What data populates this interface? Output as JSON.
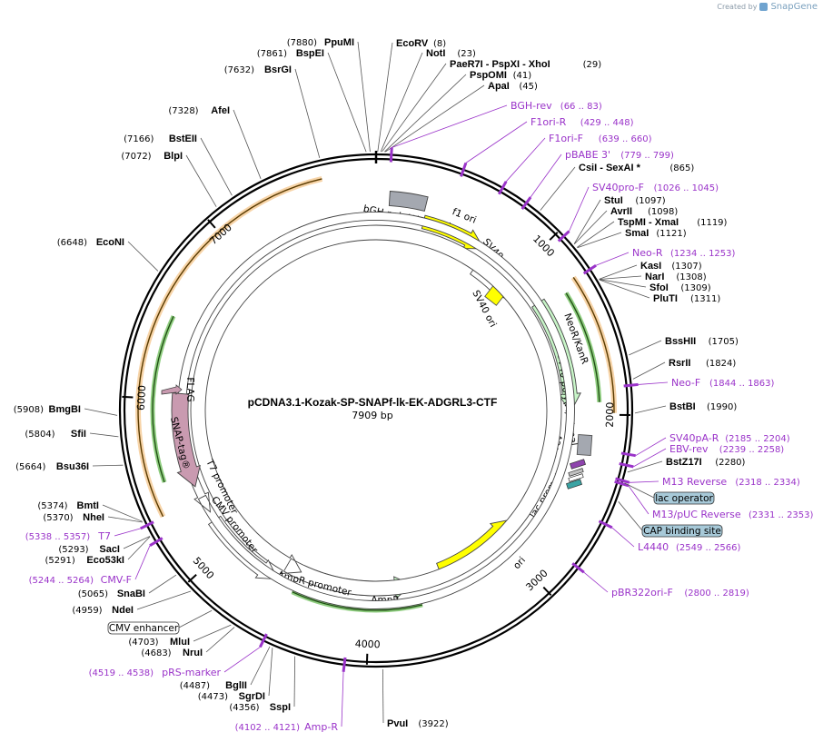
{
  "credit": {
    "prefix": "Created by",
    "brand": "SnapGene"
  },
  "plasmid": {
    "name": "pCDNA3.1-Kozak-SP-SNAPf-lk-EK-ADGRL3-CTF",
    "length_label": "7909 bp",
    "length": 7909
  },
  "ticks": [
    {
      "pos": 1000,
      "label": "1000"
    },
    {
      "pos": 2000,
      "label": "2000"
    },
    {
      "pos": 3000,
      "label": "3000"
    },
    {
      "pos": 4000,
      "label": "4000"
    },
    {
      "pos": 5000,
      "label": "5000"
    },
    {
      "pos": 6000,
      "label": "6000"
    },
    {
      "pos": 7000,
      "label": "7000"
    }
  ],
  "sites": [
    {
      "name": "EcoRV",
      "pos": "(8)",
      "bp": 8,
      "label_side": "right",
      "dashed": false
    },
    {
      "name": "NotI",
      "pos": "(23)",
      "bp": 23,
      "label_side": "right"
    },
    {
      "name": "PaeR7I - PspXI - XhoI",
      "pos": "(29)",
      "bp": 29,
      "label_side": "right"
    },
    {
      "name": "PspOMI",
      "pos": "(41)",
      "bp": 41,
      "label_side": "right"
    },
    {
      "name": "ApaI",
      "pos": "(45)",
      "bp": 45,
      "label_side": "right"
    },
    {
      "name": "CsiI - SexAI *",
      "pos": "(865)",
      "bp": 865,
      "label_side": "right"
    },
    {
      "name": "StuI",
      "pos": "(1097)",
      "bp": 1097,
      "label_side": "right"
    },
    {
      "name": "AvrII",
      "pos": "(1098)",
      "bp": 1098,
      "label_side": "right"
    },
    {
      "name": "TspMI - XmaI",
      "pos": "(1119)",
      "bp": 1119,
      "label_side": "right"
    },
    {
      "name": "SmaI",
      "pos": "(1121)",
      "bp": 1121,
      "label_side": "right"
    },
    {
      "name": "KasI",
      "pos": "(1307)",
      "bp": 1307,
      "label_side": "right"
    },
    {
      "name": "NarI",
      "pos": "(1308)",
      "bp": 1308,
      "label_side": "right"
    },
    {
      "name": "SfoI",
      "pos": "(1309)",
      "bp": 1309,
      "label_side": "right"
    },
    {
      "name": "PluTI",
      "pos": "(1311)",
      "bp": 1311,
      "label_side": "right"
    },
    {
      "name": "BssHII",
      "pos": "(1705)",
      "bp": 1705,
      "label_side": "right"
    },
    {
      "name": "RsrII",
      "pos": "(1824)",
      "bp": 1824,
      "label_side": "right"
    },
    {
      "name": "BstBI",
      "pos": "(1990)",
      "bp": 1990,
      "label_side": "right"
    },
    {
      "name": "BstZ17I",
      "pos": "(2280)",
      "bp": 2280,
      "label_side": "right"
    },
    {
      "name": "PvuI",
      "pos": "(3922)",
      "bp": 3922,
      "label_side": "right"
    },
    {
      "name": "SspI",
      "pos": "(4356)",
      "bp": 4356,
      "label_side": "left"
    },
    {
      "name": "SgrDI",
      "pos": "(4473)",
      "bp": 4473,
      "label_side": "left"
    },
    {
      "name": "BglII",
      "pos": "(4487)",
      "bp": 4487,
      "label_side": "left"
    },
    {
      "name": "NruI",
      "pos": "(4683)",
      "bp": 4683,
      "label_side": "left"
    },
    {
      "name": "MluI",
      "pos": "(4703)",
      "bp": 4703,
      "label_side": "left"
    },
    {
      "name": "NdeI",
      "pos": "(4959)",
      "bp": 4959,
      "label_side": "left"
    },
    {
      "name": "SnaBI",
      "pos": "(5065)",
      "bp": 5065,
      "label_side": "left"
    },
    {
      "name": "Eco53kI",
      "pos": "(5291)",
      "bp": 5291,
      "label_side": "left"
    },
    {
      "name": "SacI",
      "pos": "(5293)",
      "bp": 5293,
      "label_side": "left"
    },
    {
      "name": "NheI",
      "pos": "(5370)",
      "bp": 5370,
      "label_side": "left"
    },
    {
      "name": "BmtI",
      "pos": "(5374)",
      "bp": 5374,
      "label_side": "left"
    },
    {
      "name": "Bsu36I",
      "pos": "(5664)",
      "bp": 5664,
      "label_side": "left"
    },
    {
      "name": "SfiI",
      "pos": "(5804)",
      "bp": 5804,
      "label_side": "left"
    },
    {
      "name": "BmgBI",
      "pos": "(5908)",
      "bp": 5908,
      "label_side": "left"
    },
    {
      "name": "EcoNI",
      "pos": "(6648)",
      "bp": 6648,
      "label_side": "left"
    },
    {
      "name": "BlpI",
      "pos": "(7072)",
      "bp": 7072,
      "label_side": "left"
    },
    {
      "name": "BstEII",
      "pos": "(7166)",
      "bp": 7166,
      "label_side": "left"
    },
    {
      "name": "AfeI",
      "pos": "(7328)",
      "bp": 7328,
      "label_side": "left"
    },
    {
      "name": "BsrGI",
      "pos": "(7632)",
      "bp": 7632,
      "label_side": "left"
    },
    {
      "name": "BspEI",
      "pos": "(7861)",
      "bp": 7861,
      "label_side": "left"
    },
    {
      "name": "PpuMI",
      "pos": "(7880)",
      "bp": 7880,
      "label_side": "left"
    }
  ],
  "primers": [
    {
      "name": "BGH-rev",
      "range": "(66 .. 83)",
      "bp": 75,
      "label_side": "right"
    },
    {
      "name": "F1ori-R",
      "range": "(429 .. 448)",
      "bp": 438,
      "label_side": "right"
    },
    {
      "name": "F1ori-F",
      "range": "(639 .. 660)",
      "bp": 650,
      "label_side": "right"
    },
    {
      "name": "pBABE 3'",
      "range": "(779 .. 799)",
      "bp": 789,
      "label_side": "right"
    },
    {
      "name": "SV40pro-F",
      "range": "(1026 .. 1045)",
      "bp": 1035,
      "label_side": "right"
    },
    {
      "name": "Neo-R",
      "range": "(1234 .. 1253)",
      "bp": 1243,
      "label_side": "right"
    },
    {
      "name": "Neo-F",
      "range": "(1844 .. 1863)",
      "bp": 1853,
      "label_side": "right"
    },
    {
      "name": "SV40pA-R",
      "range": "(2185 .. 2204)",
      "bp": 2194,
      "label_side": "right"
    },
    {
      "name": "EBV-rev",
      "range": "(2239 .. 2258)",
      "bp": 2248,
      "label_side": "right"
    },
    {
      "name": "M13 Reverse",
      "range": "(2318 .. 2334)",
      "bp": 2326,
      "label_side": "right"
    },
    {
      "name": "M13/pUC Reverse",
      "range": "(2331 .. 2353)",
      "bp": 2342,
      "label_side": "right"
    },
    {
      "name": "L4440",
      "range": "(2549 .. 2566)",
      "bp": 2557,
      "label_side": "right"
    },
    {
      "name": "pBR322ori-F",
      "range": "(2800 .. 2819)",
      "bp": 2810,
      "label_side": "right"
    },
    {
      "name": "Amp-R",
      "range": "(4102 .. 4121)",
      "bp": 4111,
      "label_side": "left"
    },
    {
      "name": "pRS-marker",
      "range": "(4519 .. 4538)",
      "bp": 4528,
      "label_side": "left"
    },
    {
      "name": "CMV-F",
      "range": "(5244 .. 5264)",
      "bp": 5254,
      "label_side": "left"
    },
    {
      "name": "T7",
      "range": "(5338 .. 5357)",
      "bp": 5347,
      "label_side": "left"
    }
  ],
  "boxed_features": [
    {
      "name": "lac operator",
      "bp": 2335,
      "color": "#a7c9d8"
    },
    {
      "name": "CAP binding site",
      "bp": 2430,
      "color": "#a7c9d8"
    },
    {
      "name": "CMV enhancer",
      "bp": 4820,
      "color": "#ffffff"
    }
  ],
  "features": [
    {
      "name": "bGH poly(A) signal",
      "color": "#a4a8b0",
      "type": "box"
    },
    {
      "name": "f1 ori",
      "color": "#ffff00",
      "type": "arrow"
    },
    {
      "name": "SV40 promoter",
      "color": "#ffffff",
      "type": "arrow"
    },
    {
      "name": "SV40 ori",
      "color": "#ffff00",
      "type": "box"
    },
    {
      "name": "NeoR/KanR",
      "color": "#c8f5c8",
      "type": "arrow"
    },
    {
      "name": "SV40 poly(A) signal",
      "color": "#a4a8b0",
      "type": "box"
    },
    {
      "name": "M13 rev",
      "color": "#8e44ad",
      "type": "small"
    },
    {
      "name": "lac promoter",
      "color": "#ffffff",
      "type": "arrow"
    },
    {
      "name": "ori",
      "color": "#ffff00",
      "type": "arrow"
    },
    {
      "name": "AmpR",
      "color": "#c8f5c8",
      "type": "arrow"
    },
    {
      "name": "AmpR promoter",
      "color": "#ffffff",
      "type": "arrow"
    },
    {
      "name": "CMV promoter",
      "color": "#ffffff",
      "type": "arrow"
    },
    {
      "name": "T7 promoter",
      "color": "#ffffff",
      "type": "arrow"
    },
    {
      "name": "SNAP-tag®",
      "color": "#c99ab0",
      "type": "arrow"
    },
    {
      "name": "FLAG",
      "color": "#c99ab0",
      "type": "arrow"
    }
  ],
  "colors": {
    "backbone": "#000000",
    "orf_orange": "#f0b060",
    "orf_green": "#5fb84a",
    "primer_purple": "#9a33c9"
  }
}
